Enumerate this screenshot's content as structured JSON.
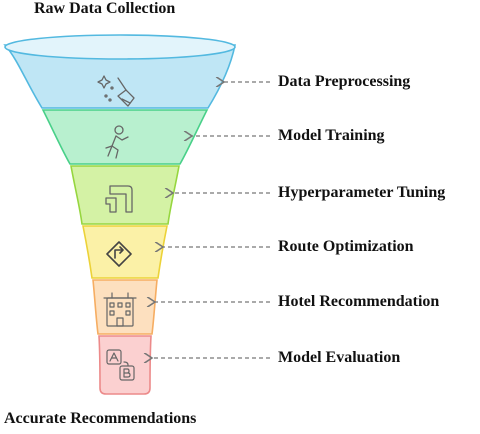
{
  "top_title": "Raw Data Collection",
  "bottom_title": "Accurate Recommendations",
  "stages": [
    {
      "label": "Data Preprocessing",
      "icon": "broom-sparkle-icon",
      "fill": "#bfe6f5",
      "stroke": "#53b9e0"
    },
    {
      "label": "Model Training",
      "icon": "person-exercise-icon",
      "fill": "#b8f0cf",
      "stroke": "#49d089"
    },
    {
      "label": "Hyperparameter Tuning",
      "icon": "route-arrows-icon",
      "fill": "#d4f2a5",
      "stroke": "#96d63f"
    },
    {
      "label": "Route Optimization",
      "icon": "route-sign-icon",
      "fill": "#fbf1a7",
      "stroke": "#ecd238"
    },
    {
      "label": "Hotel Recommendation",
      "icon": "hotel-building-icon",
      "fill": "#fde0bf",
      "stroke": "#f6ad62"
    },
    {
      "label": "Model Evaluation",
      "icon": "ab-test-icon",
      "fill": "#fbd0d0",
      "stroke": "#ec8a8a"
    }
  ]
}
